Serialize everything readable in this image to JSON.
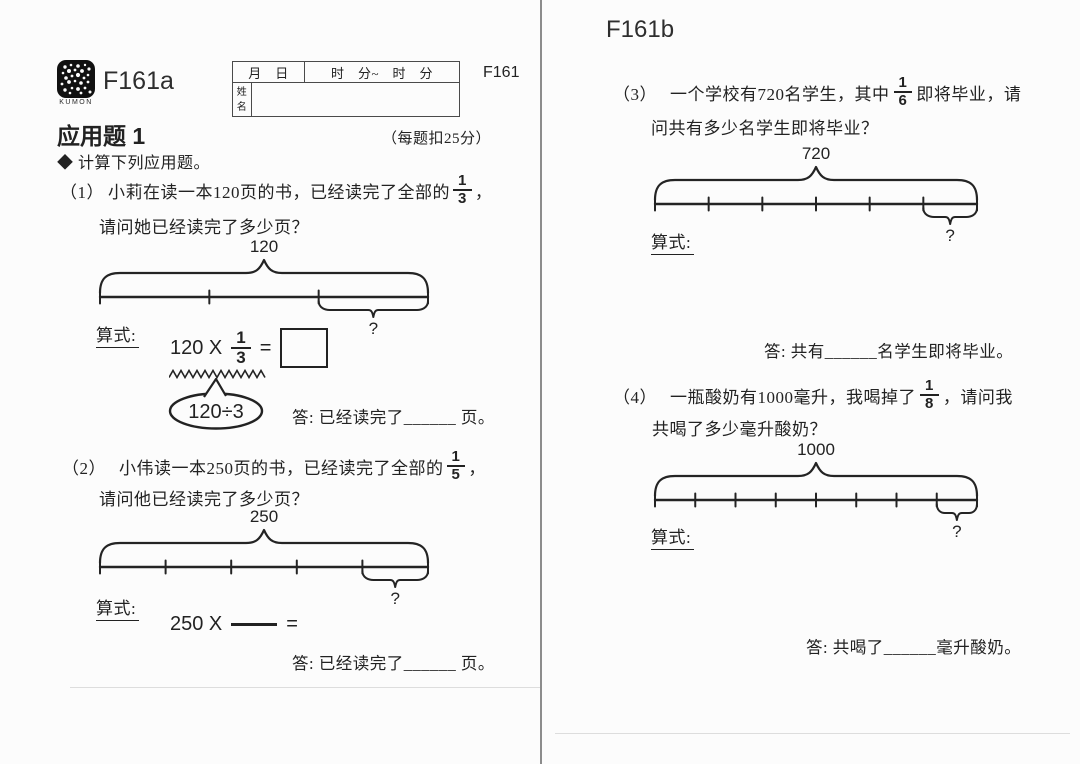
{
  "colors": {
    "paper": "#fcfcfc",
    "ink": "#222222",
    "divider": "#8c8c8c"
  },
  "left": {
    "logo_brand": "KUMON",
    "sheet_code": "F161a",
    "page_code": "F161",
    "name_box": {
      "date_header": "月　日",
      "time_header": "时　分~　时　分",
      "name_label": "姓名"
    },
    "title": "应用题 1",
    "scoring_note": "（每题扣25分）",
    "instruction": "◆ 计算下列应用题。",
    "p1": {
      "num": "（1）",
      "line1_pre": "小莉在读一本120页的书，已经读完了全部的",
      "frac": {
        "n": "1",
        "d": "3"
      },
      "line1_post": "，",
      "line2": "请问她已经读完了多少页？",
      "diagram": {
        "total_label": "120",
        "segments": 3,
        "unknown_label": "?"
      },
      "expr_label": "算式:",
      "eq_left": "120 X",
      "eq_frac": {
        "n": "1",
        "d": "3"
      },
      "eq_equals": "=",
      "hint": "120÷3",
      "answer": "答: 已经读完了______ 页。"
    },
    "p2": {
      "num": "（2）",
      "line1_pre": "小伟读一本250页的书，已经读完了全部的",
      "frac": {
        "n": "1",
        "d": "5"
      },
      "line1_post": "，",
      "line2": "请问他已经读完了多少页？",
      "diagram": {
        "total_label": "250",
        "segments": 5,
        "unknown_label": "?"
      },
      "expr_label": "算式:",
      "eq_left": "250 X",
      "eq_equals": "=",
      "answer": "答: 已经读完了______ 页。"
    }
  },
  "right": {
    "sheet_code": "F161b",
    "p3": {
      "num": "（3）",
      "line1_pre": "一个学校有720名学生，其中",
      "frac": {
        "n": "1",
        "d": "6"
      },
      "line1_post": "即将毕业，请",
      "line2": "问共有多少名学生即将毕业？",
      "diagram": {
        "total_label": "720",
        "segments": 6,
        "unknown_label": "?"
      },
      "expr_label": "算式:",
      "answer": "答: 共有______名学生即将毕业。"
    },
    "p4": {
      "num": "（4）",
      "line1_pre": "一瓶酸奶有1000毫升，我喝掉了",
      "frac": {
        "n": "1",
        "d": "8"
      },
      "line1_post": "，请问我",
      "line2": "共喝了多少毫升酸奶？",
      "diagram": {
        "total_label": "1000",
        "segments": 8,
        "unknown_label": "?"
      },
      "expr_label": "算式:",
      "answer": "答: 共喝了______毫升酸奶。"
    }
  }
}
